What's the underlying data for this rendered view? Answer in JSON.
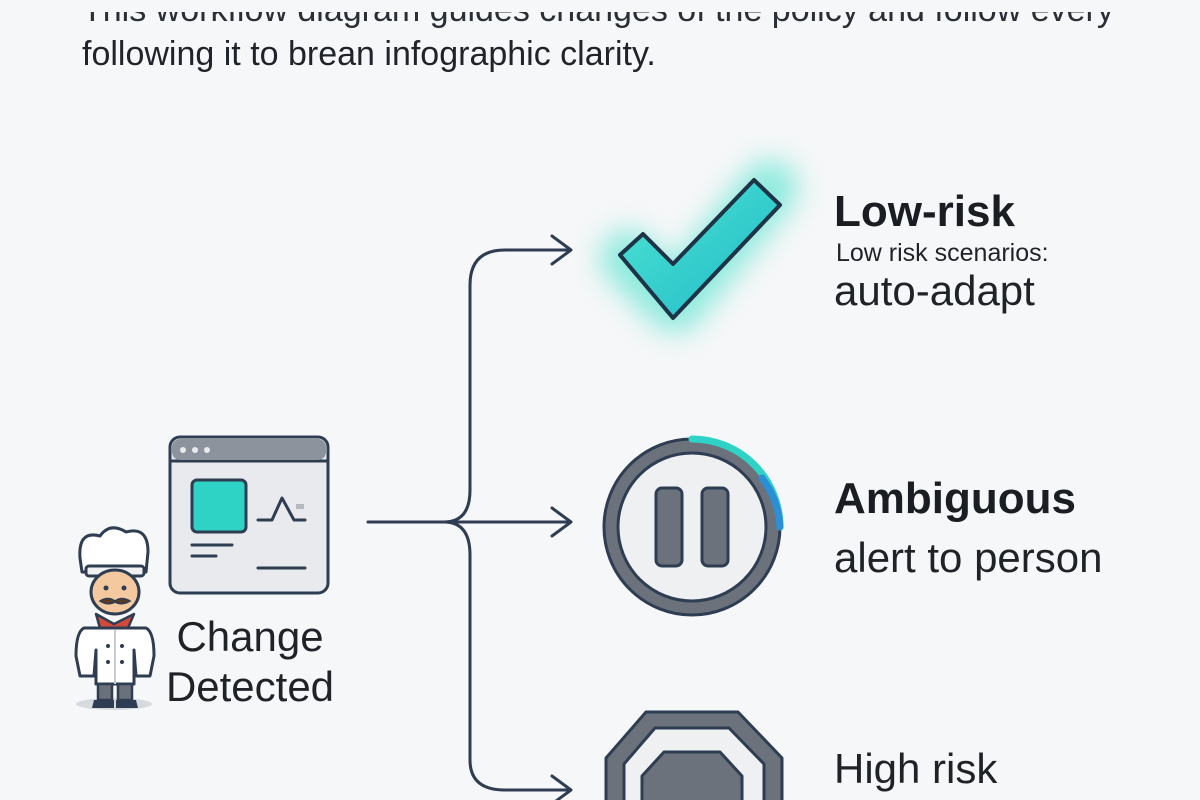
{
  "intro": {
    "line1": "This workflow diagram guides changes of the policy and follow every",
    "line2": "following it to brean infographic clarity."
  },
  "source": {
    "line1": "Change",
    "line2": "Detected"
  },
  "branches": [
    {
      "title": "Low-risk",
      "detail": "Low risk scenarios:",
      "action": "auto-adapt",
      "icon": "checkmark-icon"
    },
    {
      "title": "Ambiguous",
      "action": "alert to person",
      "icon": "pause-icon"
    },
    {
      "title": "High risk",
      "icon": "stop-icon"
    }
  ],
  "colors": {
    "accent_cyan": "#2fd3c6",
    "accent_blue": "#2b8fd6",
    "outline": "#2f3d52",
    "grey": "#8c939c"
  }
}
